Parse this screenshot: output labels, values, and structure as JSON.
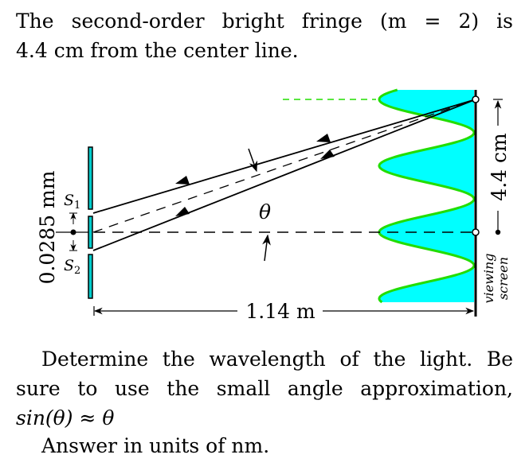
{
  "problem": {
    "intro_line1": "The second-order bright fringe (m = 2) is",
    "intro_line2": "4.4 cm from the center line.",
    "question_line1": "Determine the wavelength of the light. Be",
    "question_line2": "sure to use the small angle approximation,",
    "question_line3": "sin(θ) ≈ θ",
    "answer_units": "Answer in units of  nm."
  },
  "diagram": {
    "slit_separation_label": "0.0285 mm",
    "slit1_label": "S",
    "slit1_sub": "1",
    "slit2_label": "S",
    "slit2_sub": "2",
    "angle_label": "θ",
    "distance_label": "1.14 m",
    "fringe_distance_label": "4.4 cm",
    "screen_label_line1": "viewing",
    "screen_label_line2": "screen",
    "colors": {
      "fringe_fill": "#00ffff",
      "fringe_curve": "#22dd00",
      "slit_fill": "#00cccc"
    }
  }
}
